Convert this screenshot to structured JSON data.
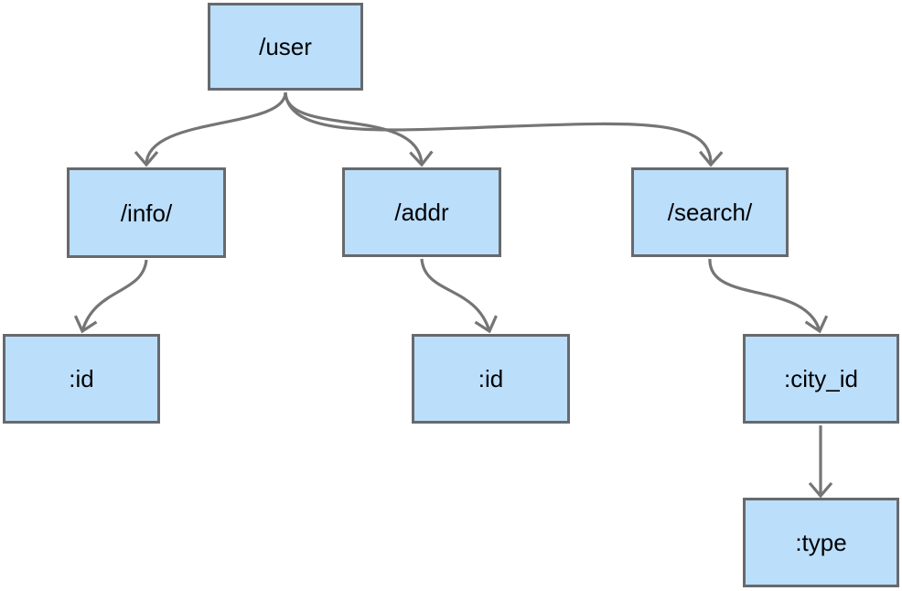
{
  "nodes": {
    "user": {
      "label": "/user"
    },
    "info": {
      "label": "/info/"
    },
    "addr": {
      "label": "/addr"
    },
    "search": {
      "label": "/search/"
    },
    "info_id": {
      "label": ":id"
    },
    "addr_id": {
      "label": ":id"
    },
    "city_id": {
      "label": ":city_id"
    },
    "type": {
      "label": ":type"
    }
  },
  "edges": [
    {
      "from": "/user",
      "to": "/info/"
    },
    {
      "from": "/user",
      "to": "/addr"
    },
    {
      "from": "/user",
      "to": "/search/"
    },
    {
      "from": "/info/",
      "to": ":id"
    },
    {
      "from": "/addr",
      "to": ":id"
    },
    {
      "from": "/search/",
      "to": ":city_id"
    },
    {
      "from": ":city_id",
      "to": ":type"
    }
  ],
  "colors": {
    "node_fill": "#bbdefb",
    "node_border": "#67696d",
    "edge_stroke": "#757575",
    "text": "#000000",
    "background": "#ffffff"
  }
}
